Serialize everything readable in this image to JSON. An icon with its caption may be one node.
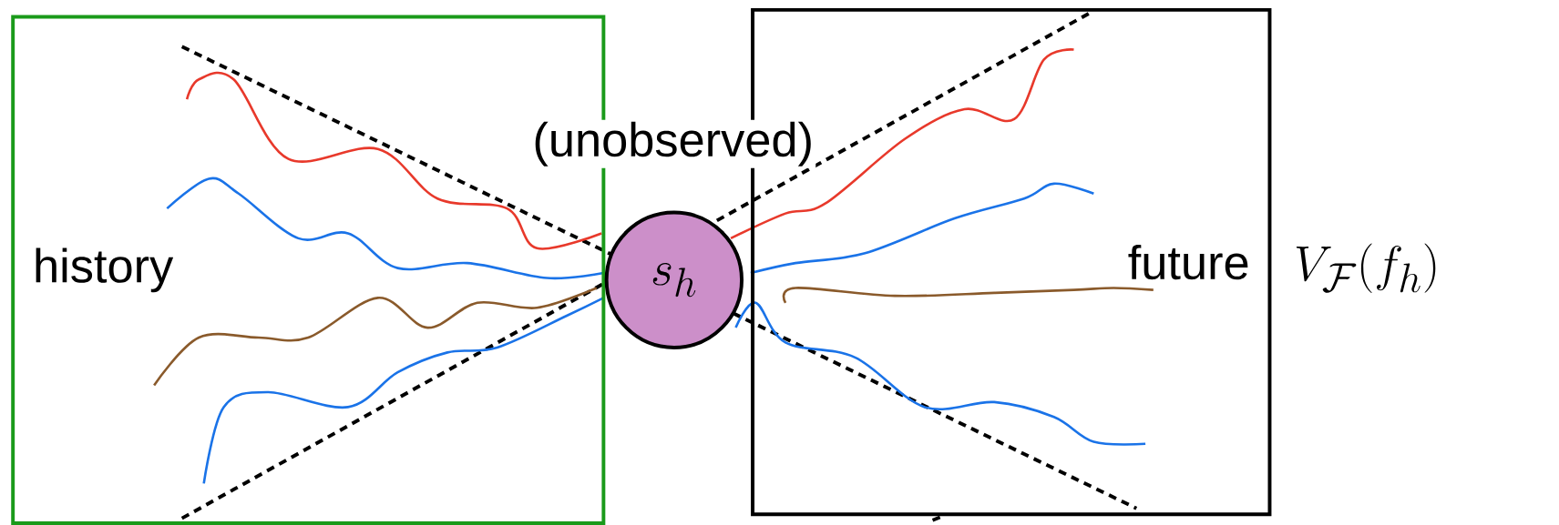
{
  "diagram": {
    "nodes": [
      {
        "text": [
          "history"
        ]
      },
      {
        "text": [
          "s_h"
        ]
      },
      {
        "text": [
          "future"
        ],
        "beside": [
          "V_{\\mathcal{F}}(f_h)"
        ]
      }
    ],
    "labels": [
      "(unobserved)"
    ]
  }
}
